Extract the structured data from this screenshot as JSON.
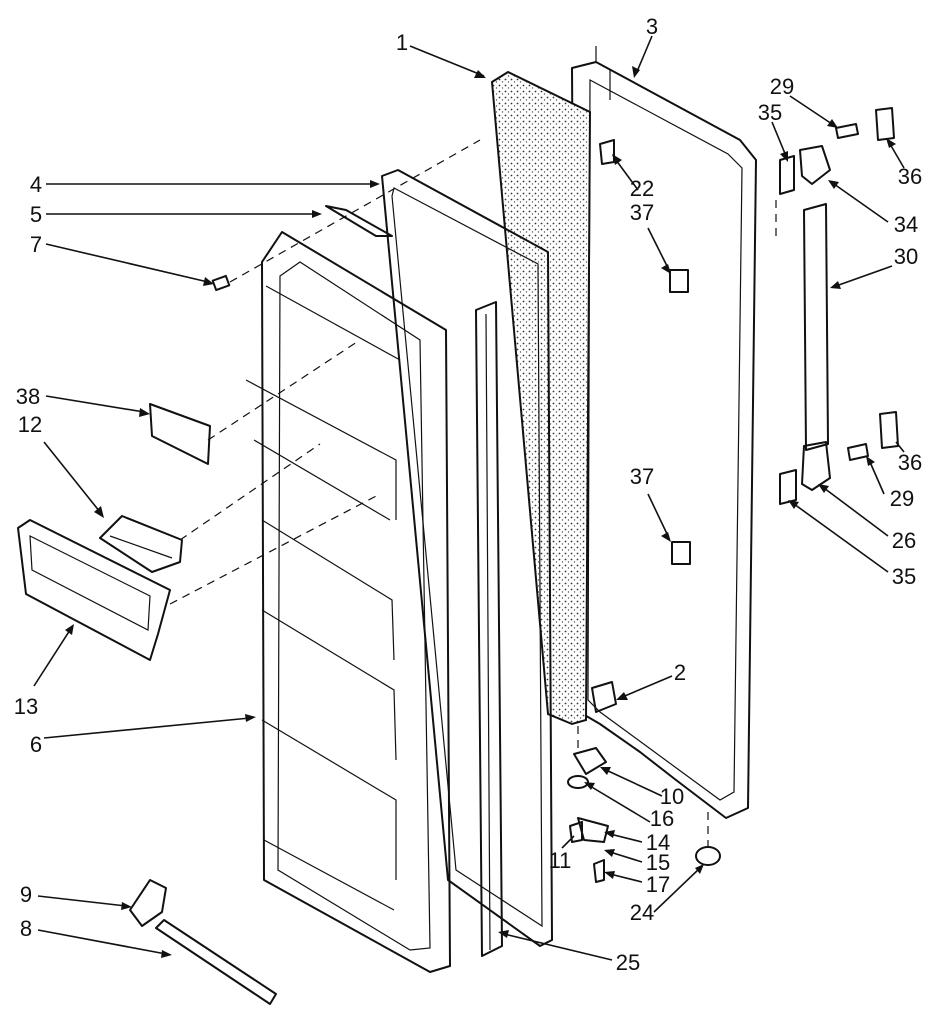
{
  "callouts": [
    {
      "id": "1",
      "text": "1"
    },
    {
      "id": "2",
      "text": "2"
    },
    {
      "id": "3",
      "text": "3"
    },
    {
      "id": "4",
      "text": "4"
    },
    {
      "id": "5",
      "text": "5"
    },
    {
      "id": "6",
      "text": "6"
    },
    {
      "id": "7",
      "text": "7"
    },
    {
      "id": "8",
      "text": "8"
    },
    {
      "id": "9",
      "text": "9"
    },
    {
      "id": "10",
      "text": "10"
    },
    {
      "id": "11",
      "text": "11"
    },
    {
      "id": "12",
      "text": "12"
    },
    {
      "id": "13",
      "text": "13"
    },
    {
      "id": "14",
      "text": "14"
    },
    {
      "id": "15",
      "text": "15"
    },
    {
      "id": "16",
      "text": "16"
    },
    {
      "id": "17",
      "text": "17"
    },
    {
      "id": "22",
      "text": "22"
    },
    {
      "id": "24",
      "text": "24"
    },
    {
      "id": "25",
      "text": "25"
    },
    {
      "id": "26",
      "text": "26"
    },
    {
      "id": "29a",
      "text": "29"
    },
    {
      "id": "29b",
      "text": "29"
    },
    {
      "id": "30",
      "text": "30"
    },
    {
      "id": "34",
      "text": "34"
    },
    {
      "id": "35a",
      "text": "35"
    },
    {
      "id": "35b",
      "text": "35"
    },
    {
      "id": "36a",
      "text": "36"
    },
    {
      "id": "36b",
      "text": "36"
    },
    {
      "id": "37a",
      "text": "37"
    },
    {
      "id": "37b",
      "text": "37"
    },
    {
      "id": "38",
      "text": "38"
    }
  ]
}
